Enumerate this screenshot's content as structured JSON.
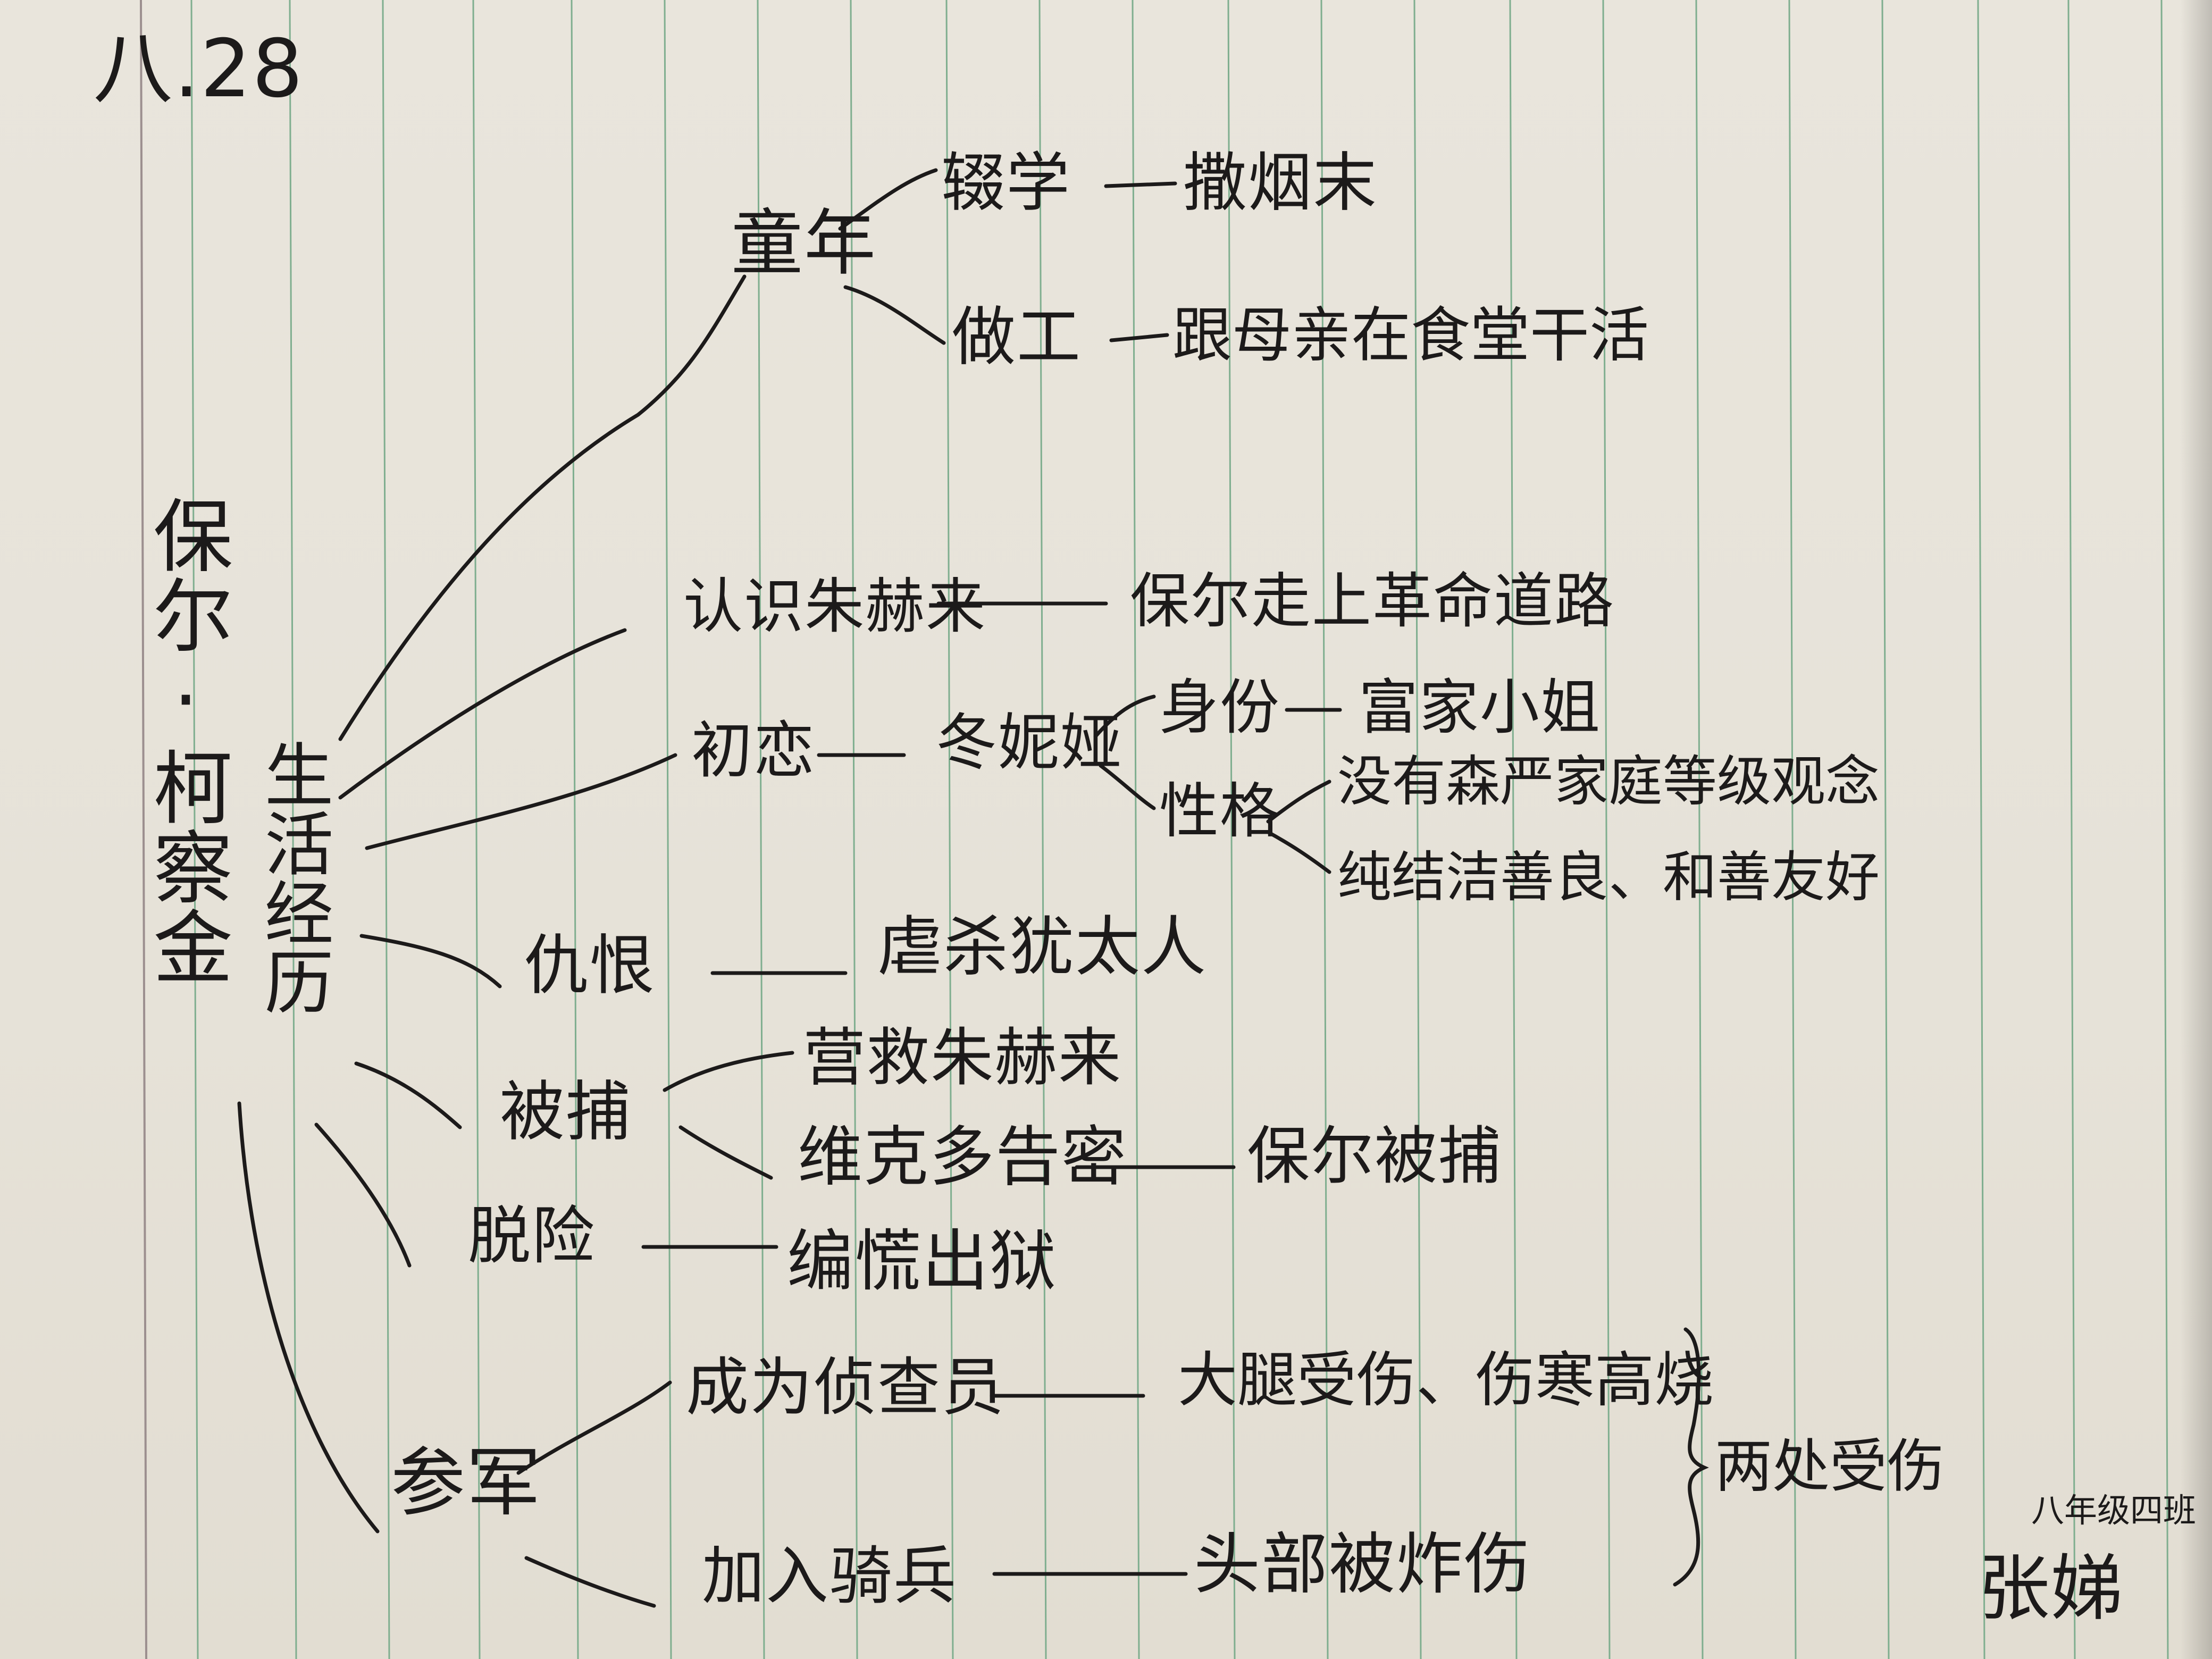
{
  "date_mark": "八.28",
  "main_title": "保尔·柯察金",
  "hub": "生活经历",
  "branches": {
    "childhood": {
      "label": "童年",
      "items": [
        {
          "label": "辍学",
          "detail": "撒烟末"
        },
        {
          "label": "做工",
          "detail": "跟母亲在食堂干活"
        }
      ]
    },
    "meet_zhuhelai": {
      "label": "认识朱赫来",
      "detail": "保尔走上革命道路"
    },
    "first_love": {
      "label": "初恋",
      "person": "冬妮娅",
      "identity": {
        "label": "身份",
        "detail": "富家小姐"
      },
      "character": {
        "label": "性格",
        "details": [
          "没有森严家庭等级观念",
          "纯结洁善良、和善友好"
        ]
      }
    },
    "hatred": {
      "label": "仇恨",
      "detail": "虐杀犹太人"
    },
    "arrested": {
      "label": "被捕",
      "items": [
        {
          "label": "营救朱赫来",
          "detail": ""
        },
        {
          "label": "维克多告密",
          "detail": "保尔被捕"
        }
      ]
    },
    "escape": {
      "label": "脱险",
      "detail": "编慌出狱"
    },
    "army": {
      "label": "参军",
      "items": [
        {
          "label": "成为侦查员",
          "detail": "大腿受伤、伤寒高烧"
        },
        {
          "label": "加入骑兵",
          "detail": "头部被炸伤"
        }
      ],
      "note": "两处受伤"
    }
  },
  "class_mark": "八年级四班",
  "author": "张娣",
  "colors": {
    "ink": "#1c1a1a",
    "rule": "#7fae8f",
    "margin_rule": "#9c8f8f",
    "paper": "#e7e3d9"
  }
}
